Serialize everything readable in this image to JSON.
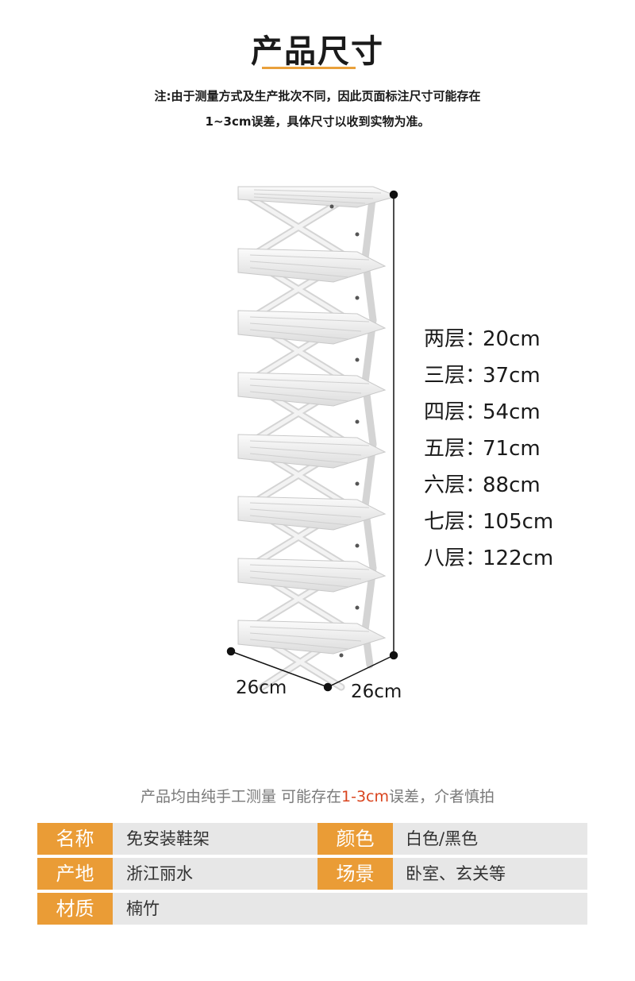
{
  "header": {
    "title": "产品尺寸",
    "note_line1": "注:由于测量方式及生产批次不同，因此页面标注尺寸可能存在",
    "note_line2": "1~3cm误差，具体尺寸以收到实物为准。"
  },
  "heights": [
    {
      "label": "两层",
      "value": "20cm"
    },
    {
      "label": "三层",
      "value": "37cm"
    },
    {
      "label": "四层",
      "value": "54cm"
    },
    {
      "label": "五层",
      "value": "71cm"
    },
    {
      "label": "六层",
      "value": "88cm"
    },
    {
      "label": "七层",
      "value": "105cm"
    },
    {
      "label": "八层",
      "value": "122cm"
    }
  ],
  "footprint": {
    "width_label": "26cm",
    "depth_label": "26cm"
  },
  "disclaimer": {
    "prefix": "产品均由纯手工测量 可能存在",
    "highlight": "1-3cm",
    "suffix": "误差，介者慎拍"
  },
  "specs": {
    "row1": {
      "label1": "名称",
      "value1": "免安装鞋架",
      "label2": "颜色",
      "value2": "白色/黑色"
    },
    "row2": {
      "label1": "产地",
      "value1": "浙江丽水",
      "label2": "场景",
      "value2": "卧室、玄关等"
    },
    "row3": {
      "label1": "材质",
      "value1": "楠竹"
    }
  },
  "colors": {
    "accent": "#ea9c36",
    "highlight": "#d9441e",
    "row_bg": "#e7e7e7"
  }
}
